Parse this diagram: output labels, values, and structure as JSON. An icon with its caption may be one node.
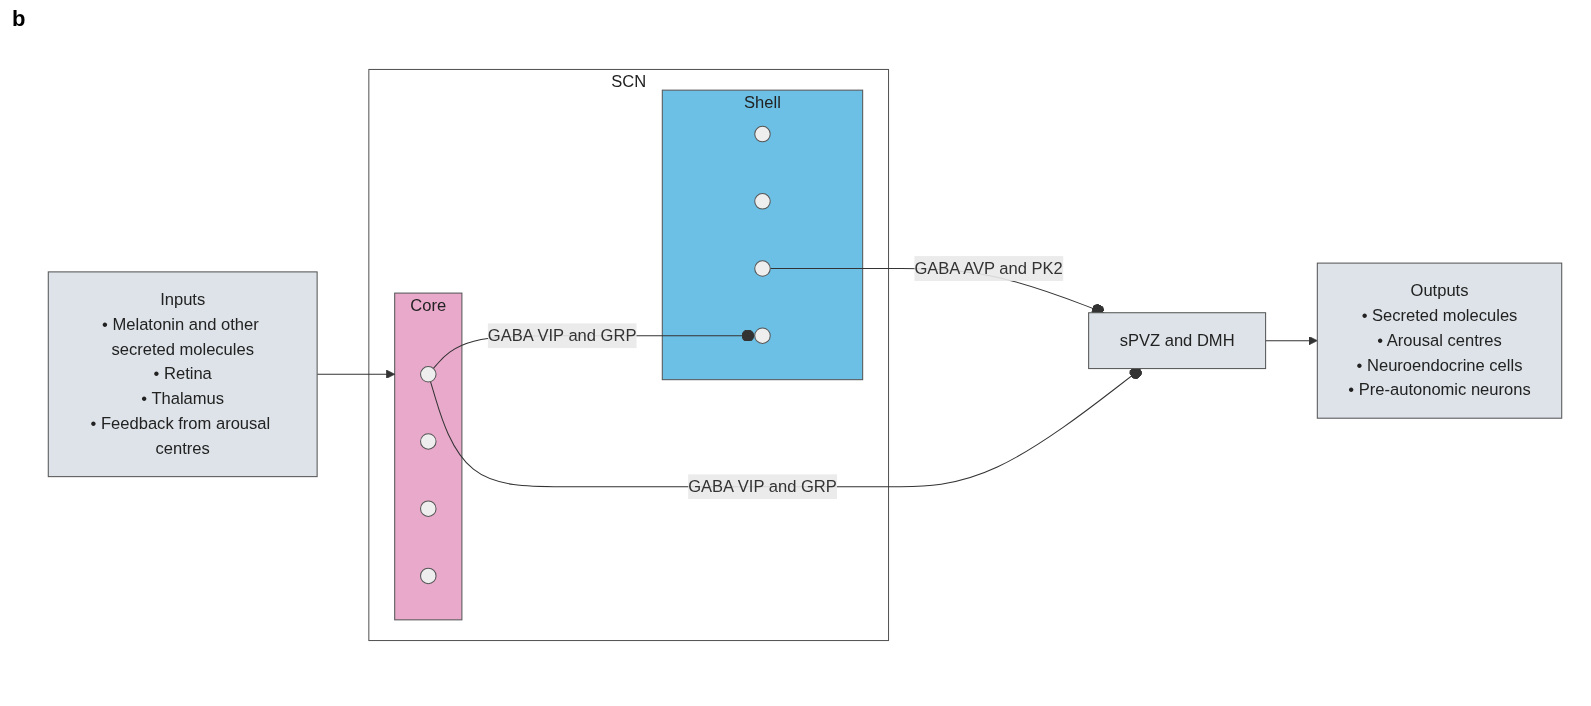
{
  "diagram": {
    "nodes": [
      {
        "text": [
          "SCN"
        ]
      },
      {
        "text": [
          "Shell"
        ],
        "in": 0
      },
      {
        "text": [
          "Core"
        ],
        "in": 0
      },
      {
        "text": [],
        "shape": "circle",
        "in": 1
      },
      {
        "text": [],
        "shape": "circle",
        "in": 1
      },
      {
        "text": [],
        "shape": "circle",
        "in": 1
      },
      {
        "text": [],
        "shape": "circle",
        "in": 1
      },
      {
        "text": [],
        "shape": "circle",
        "in": 2
      },
      {
        "text": [],
        "shape": "circle",
        "in": 2
      },
      {
        "text": [],
        "shape": "circle",
        "in": 2
      },
      {
        "text": [],
        "shape": "circle",
        "in": 2
      },
      {
        "text": [
          "sPVZ and DMH"
        ]
      },
      {
        "text": [
          "Inputs",
          "• Melatonin and other secreted molecules",
          "• Retina",
          "• Thalamus",
          "• Feedback from arousal centres"
        ]
      },
      {
        "text": [
          "Outputs",
          "• Secreted molecules",
          "• Arousal centres",
          "• Neuroendocrine cells",
          "• Pre-autonomic neurons"
        ]
      }
    ],
    "edges": [
      {
        "from": 12,
        "to": 2,
        "arrow": "to"
      },
      {
        "from": 7,
        "to": 6,
        "arrow": "other",
        "label": "GABA VIP and GRP"
      },
      {
        "from": 5,
        "to": 11,
        "arrow": "other",
        "label": "GABA AVP and PK2"
      },
      {
        "from": 7,
        "to": 11,
        "arrow": "other",
        "label": "GABA VIP and GRP"
      },
      {
        "from": 11,
        "to": 13,
        "arrow": "to"
      }
    ],
    "labels": [
      "b"
    ]
  }
}
